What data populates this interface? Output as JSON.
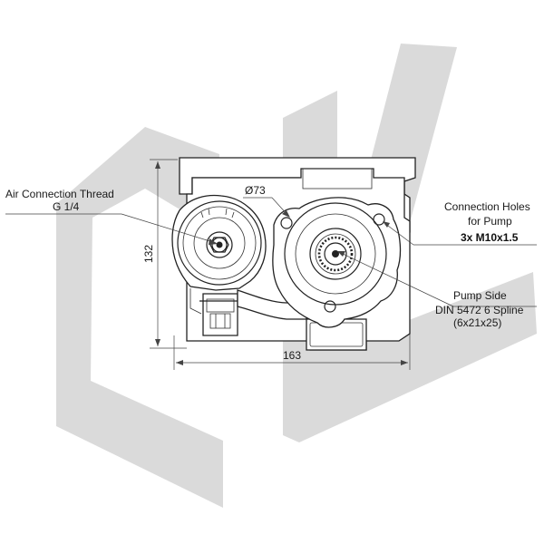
{
  "watermark": {
    "name": "DK"
  },
  "labels": {
    "air_connection_line1": "Air Connection Thread",
    "air_connection_line2": "G 1/4",
    "connection_holes_line1": "Connection Holes",
    "connection_holes_line2": "for Pump",
    "connection_holes_line3": "3x M10x1.5",
    "pump_side_line1": "Pump Side",
    "pump_side_line2": "DIN 5472 6 Spline",
    "pump_side_line3": "(6x21x25)"
  },
  "dimensions": {
    "diameter": "Ø73",
    "height": "132",
    "width": "163"
  },
  "colors": {
    "line": "#222222",
    "watermark": "#d3d3d3",
    "text": "#1a1a1a"
  }
}
